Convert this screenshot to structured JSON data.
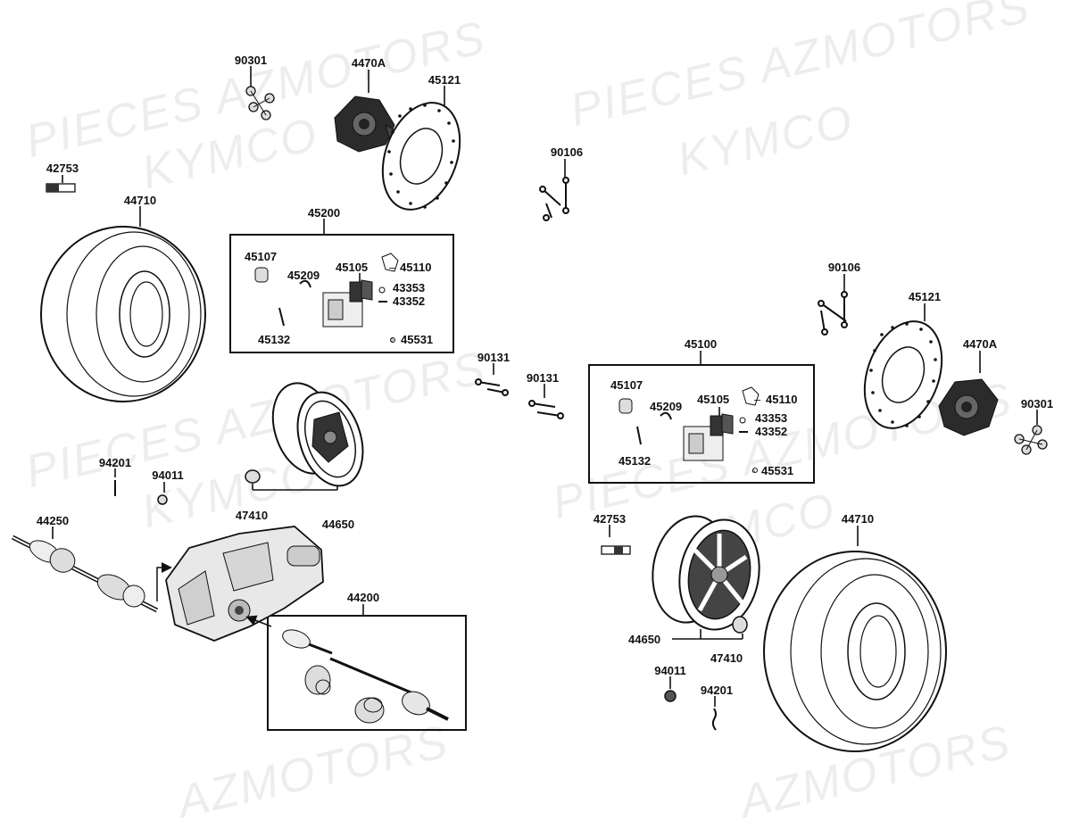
{
  "watermarks": {
    "text_a": "PIECES AZMOTORS",
    "text_b": "KYMCO",
    "text_c": "AZMOTORS"
  },
  "labels": {
    "l90301_a": "90301",
    "l4470A_a": "4470A",
    "l45121_a": "45121",
    "l42753_a": "42753",
    "l44710_a": "44710",
    "l45200": "45200",
    "l45107_a": "45107",
    "l45209_a": "45209",
    "l45105_a": "45105",
    "l45110_a": "45110",
    "l43353_a": "43353",
    "l43352_a": "43352",
    "l45132_a": "45132",
    "l45531_a": "45531",
    "l90106_a": "90106",
    "l90106_b": "90106",
    "l45121_b": "45121",
    "l4470A_b": "4470A",
    "l90301_b": "90301",
    "l90131_a": "90131",
    "l90131_b": "90131",
    "l45100": "45100",
    "l45107_b": "45107",
    "l45209_b": "45209",
    "l45105_b": "45105",
    "l45110_b": "45110",
    "l43353_b": "43353",
    "l43352_b": "43352",
    "l45132_b": "45132",
    "l45531_b": "45531",
    "l94201_a": "94201",
    "l94011_a": "94011",
    "l44250": "44250",
    "l47410_a": "47410",
    "l44650_a": "44650",
    "l44200": "44200",
    "l42753_b": "42753",
    "l44710_b": "44710",
    "l44650_b": "44650",
    "l47410_b": "47410",
    "l94011_b": "94011",
    "l94201_b": "94201"
  }
}
